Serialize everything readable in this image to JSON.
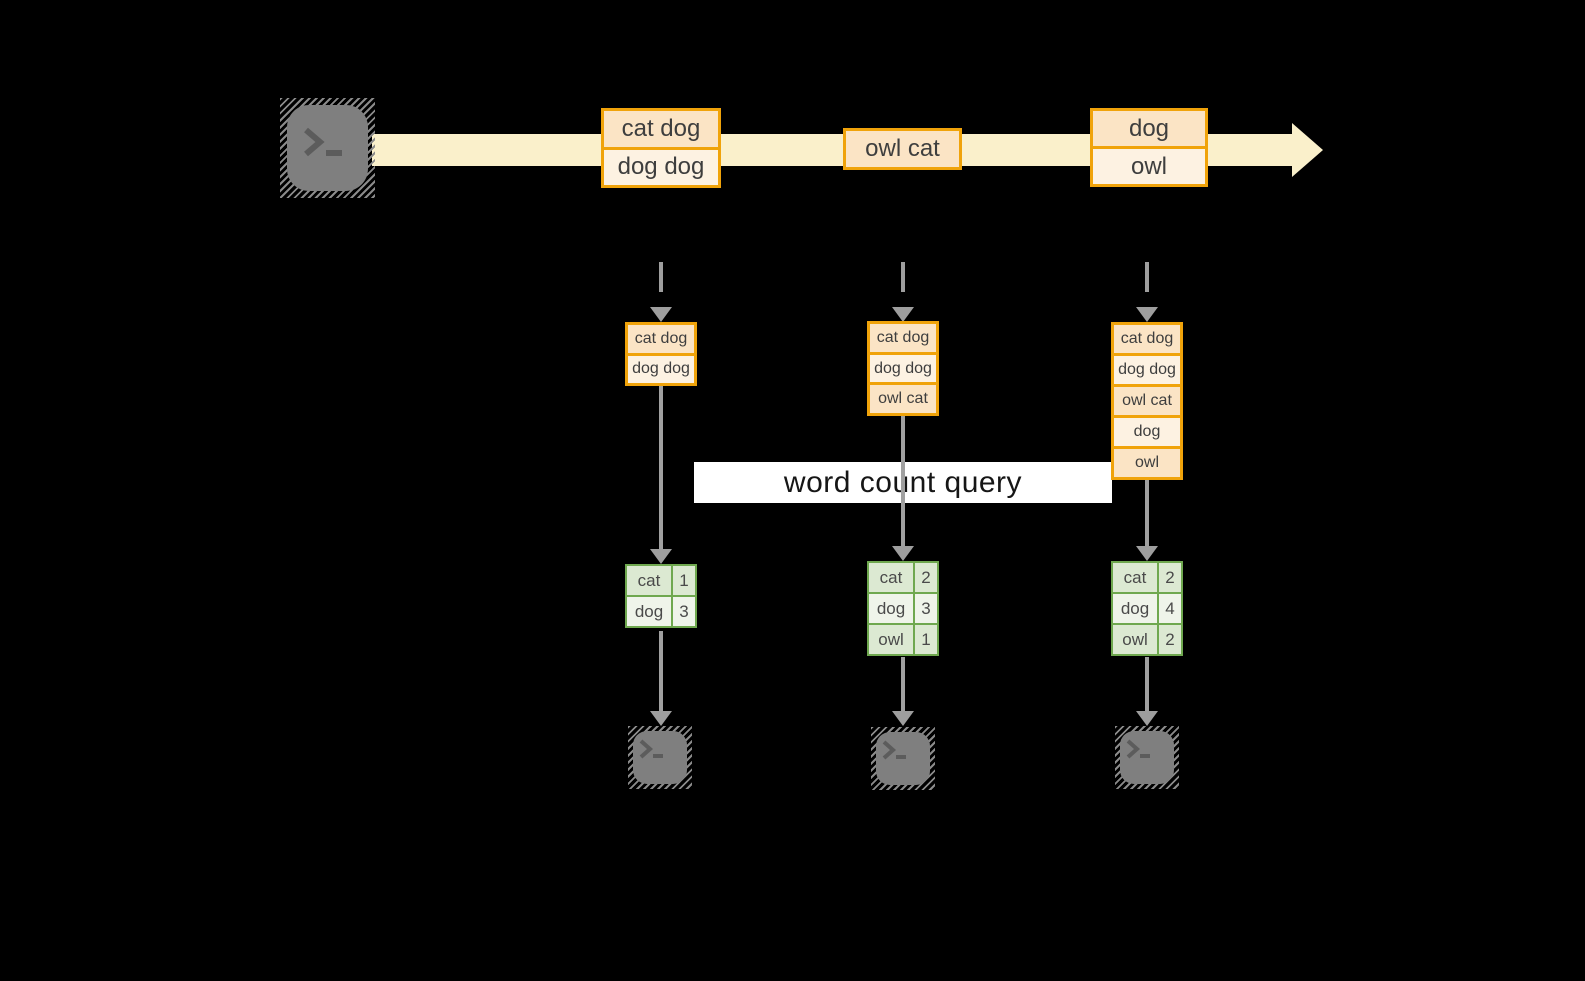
{
  "diagram": {
    "query_label": "word count query",
    "colors": {
      "accent_orange": "#F0A30A",
      "fill_peach": "#FBE4C5",
      "fill_cream": "#FDF2E2",
      "stream_band": "#FAF0CB",
      "green_border": "#6FA84F",
      "green_row_dark": "#DCE9D2",
      "green_row_light": "#EFF4EA",
      "connector_gray": "#9E9E9E",
      "terminal_gray": "#7F7F7F",
      "query_bg": "#FFFFFF"
    }
  },
  "timeline": {
    "source_icon": "terminal-prompt-icon",
    "boxes": [
      {
        "cells": {
          "0": "cat dog",
          "1": "dog dog"
        }
      },
      {
        "cells": {
          "0": "owl cat"
        }
      },
      {
        "cells": {
          "0": "dog",
          "1": "owl"
        }
      }
    ]
  },
  "columns": [
    {
      "stack": {
        "0": "cat dog",
        "1": "dog dog"
      },
      "counts": {
        "0": {
          "word": "cat",
          "count": "1"
        },
        "1": {
          "word": "dog",
          "count": "3"
        }
      }
    },
    {
      "stack": {
        "0": "cat dog",
        "1": "dog dog",
        "2": "owl cat"
      },
      "counts": {
        "0": {
          "word": "cat",
          "count": "2"
        },
        "1": {
          "word": "dog",
          "count": "3"
        },
        "2": {
          "word": "owl",
          "count": "1"
        }
      }
    },
    {
      "stack": {
        "0": "cat dog",
        "1": "dog dog",
        "2": "owl cat",
        "3": "dog",
        "4": "owl"
      },
      "counts": {
        "0": {
          "word": "cat",
          "count": "2"
        },
        "1": {
          "word": "dog",
          "count": "4"
        },
        "2": {
          "word": "owl",
          "count": "2"
        }
      }
    }
  ]
}
